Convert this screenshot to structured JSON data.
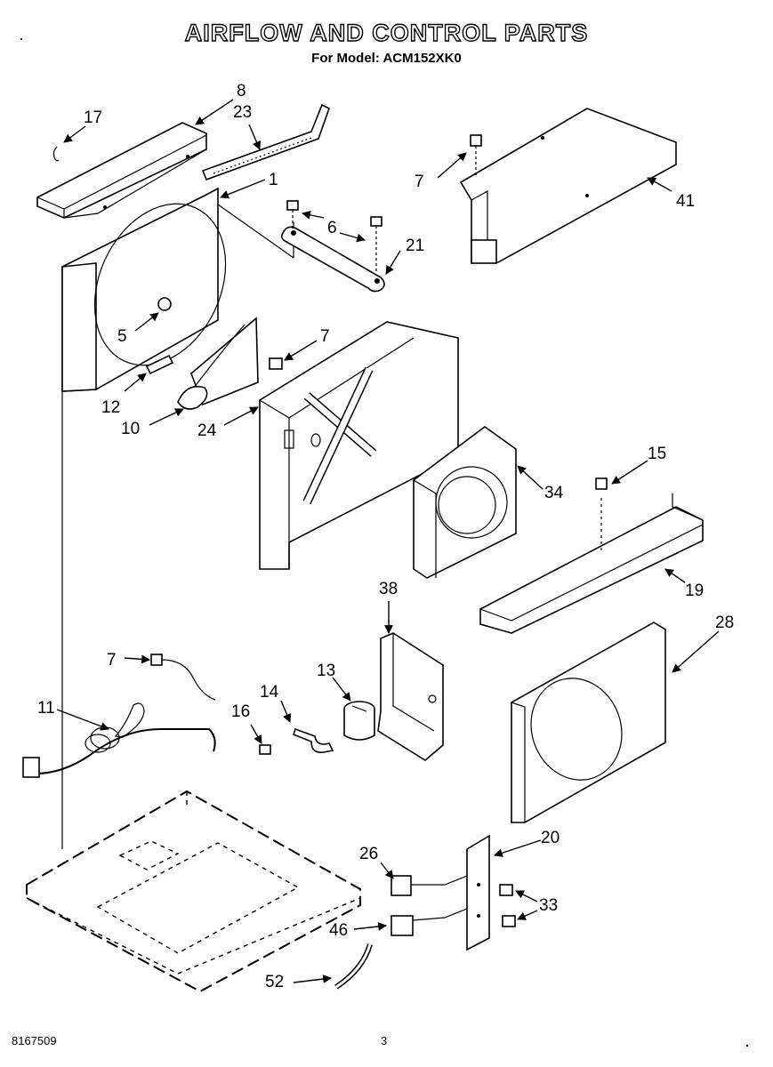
{
  "header": {
    "title": "AIRFLOW AND CONTROL PARTS",
    "subtitle": "For Model: ACM152XK0"
  },
  "footer": {
    "doc_number": "8167509",
    "page_number": "3"
  },
  "callouts": {
    "c17": "17",
    "c8": "8",
    "c23": "23",
    "c1": "1",
    "c6": "6",
    "c21": "21",
    "c7a": "7",
    "c41": "41",
    "c5": "5",
    "c7b": "7",
    "c12": "12",
    "c10": "10",
    "c24": "24",
    "c34": "34",
    "c15": "15",
    "c19": "19",
    "c38": "38",
    "c28": "28",
    "c7c": "7",
    "c13": "13",
    "c14": "14",
    "c11": "11",
    "c16": "16",
    "c20": "20",
    "c26": "26",
    "c33": "33",
    "c46": "46",
    "c52": "52"
  }
}
